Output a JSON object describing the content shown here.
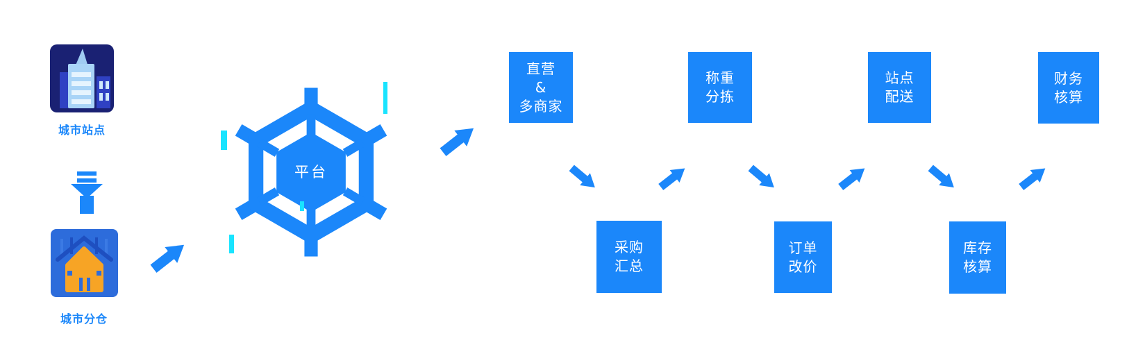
{
  "diagram": {
    "title_hint": "platform-solution-flow",
    "palette": {
      "primary_blue": "#1b87fa",
      "station_tile_bg": "#1a2173",
      "station_building_light": "#a9d4f7",
      "station_building_mid": "#2f41c3",
      "warehouse_tile_bg": "#2d6cdb",
      "warehouse_orange": "#f7a425",
      "accent_cyan": "#19e4ff",
      "box_text": "#ffffff"
    },
    "sources": {
      "station": {
        "label": "城市站点",
        "icon": "city-buildings-icon"
      },
      "warehouse": {
        "label": "城市分仓",
        "icon": "warehouse-icon"
      }
    },
    "platform": {
      "label": "平台",
      "icon": "hexagon-network-icon"
    },
    "process_flow": {
      "top_row": [
        {
          "label": "直营\n&\n多商家"
        },
        {
          "label": "称重\n分拣"
        },
        {
          "label": "站点\n配送"
        },
        {
          "label": "财务\n核算"
        }
      ],
      "bottom_row": [
        {
          "label": "采购\n汇总"
        },
        {
          "label": "订单\n改价"
        },
        {
          "label": "库存\n核算"
        }
      ]
    },
    "arrows": {
      "station_to_warehouse": "striped-down-arrow-icon",
      "warehouse_to_platform": "up-right-arrow-icon",
      "platform_to_process": "up-right-arrow-icon",
      "zigzag": [
        "down-right-arrow-icon",
        "up-right-arrow-icon",
        "down-right-arrow-icon",
        "up-right-arrow-icon",
        "down-right-arrow-icon",
        "up-right-arrow-icon"
      ]
    }
  }
}
